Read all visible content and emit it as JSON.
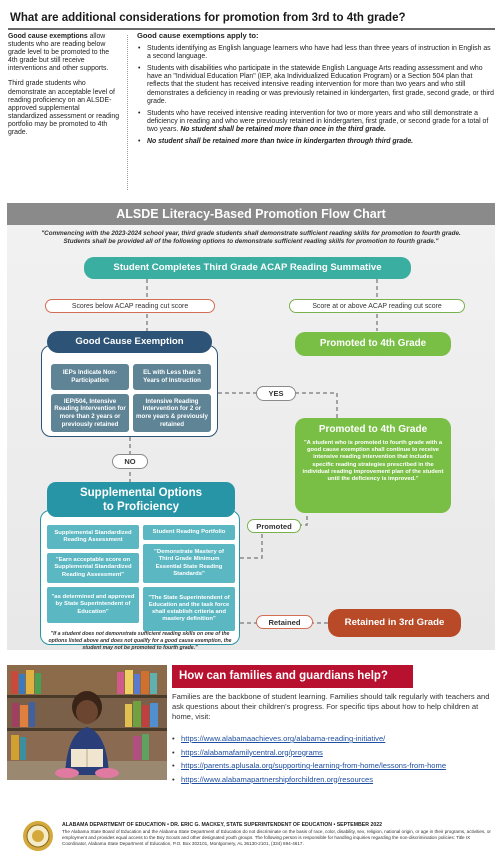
{
  "heading": "What are additional considerations for promotion from 3rd to 4th grade?",
  "left": {
    "p1_bold": "Good cause exemptions",
    "p1_rest": "allow students who are reading below grade level to be promoted to the 4th grade but still receive interventions and other supports.",
    "p2": "Third grade students who demonstrate an acceptable level of reading proficiency on an ALSDE-approved supplemental standardized assessment or reading portfolio may be promoted to 4th grade."
  },
  "right": {
    "heading": "Good cause exemptions apply to:",
    "b1": "Students identifying as English language learners who have had less than three years of instruction in English as a second language.",
    "b2": "Students with disabilities who participate in the statewide English Language Arts reading assessment and who have an \"Individual Education Plan\" (IEP, aka Individualized Education Program) or a Section 504 plan that reflects that the student has received intensive reading intervention for more than two years and who still demonstrates a deficiency in reading or was previously retained in kindergarten, first grade, second grade, or third grade.",
    "b3_text": "Students who have received intensive reading intervention for two or more years and who still demonstrate a deficiency in reading and who were previously retained in kindergarten, first grade, or second grade for a total of two years.",
    "b3_bold": "No student shall be retained more than once in the third grade.",
    "b4": "No student shall be retained more than twice in kindergarten through third grade."
  },
  "flow": {
    "title": "ALSDE Literacy-Based Promotion Flow Chart",
    "intro1": "\"Commencing with the 2023-2024 school year, third grade students shall demonstrate sufficient reading skills for promotion to fourth grade.",
    "intro2": "Students shall be provided all of the following options to demonstrate sufficient reading skills for promotion to fourth grade.\"",
    "summative": "Student Completes Third Grade ACAP Reading Summative",
    "below": "Scores below ACAP reading cut score",
    "above": "Score at or above ACAP reading cut score",
    "promoted_top": "Promoted to 4th Grade",
    "gce_title": "Good Cause Exemption",
    "gce_cells": [
      "IEPs Indicate Non-Participation",
      "EL with Less than 3 Years of Instruction",
      "IEP/504, Intensive Reading Intervention for more than 2 years or previously retained",
      "Intensive Reading Intervention for 2 or more years & previously retained"
    ],
    "yes": "YES",
    "no": "NO",
    "promoted_mid_title": "Promoted to 4th Grade",
    "promoted_mid_desc": "\"A student who is promoted to fourth grade with a good cause exemption shall continue to receive intensive reading intervention that includes specific reading strategies prescribed in the individual reading improvement plan of the student until the deficiency is improved.\"",
    "sup_title_1": "Supplemental Options",
    "sup_title_2": "to Proficiency",
    "sup_left": [
      "Supplemental Standardized Reading Assessment",
      "\"Earn acceptable score on Supplemental Standardized Reading Assessment\"",
      "\"as determined and approved by State Superintendent of Education\""
    ],
    "sup_right": [
      "Student Reading Portfolio",
      "\"Demonstrate Mastery of Third Grade Minimum Essential State Reading Standards\"",
      "\"The State Superintendent of Education and the task force shall establish criteria and mastery definition\""
    ],
    "sup_footnote": "\"If a student does not demonstrate sufficient reading skills on one of the options listed above and does not qualify for a good cause exemption, the student may not be promoted to fourth grade.\"",
    "promoted_label": "Promoted",
    "retained_label": "Retained",
    "retained_box": "Retained in 3rd Grade"
  },
  "families": {
    "heading": "How can families and guardians help?",
    "text": "Families are the backbone of student learning. Families should talk regularly with teachers and ask questions about their children's progress. For specific tips about how to help children at home, visit:",
    "links": [
      "https://www.alabamaachieves.org/alabama-reading-initiative/",
      "https://alabamafamilycentral.org/programs",
      "https://parents.aplusala.org/supporting-learning-from-home/lessons-from-home",
      "https://www.alabamapartnershipforchildren.org/resources"
    ]
  },
  "footer": {
    "head": "ALABAMA DEPARTMENT OF EDUCATION  •  DR. ERIC G. MACKEY, STATE SUPERINTENDENT OF EDUCATION • SEPTEMBER 2022",
    "body": "The Alabama State Board of Education and the Alabama State Department of Education do not discriminate on the basis of race, color, disability, sex, religion, national origin, or age in their programs, activities, or employment and provides equal access to the Boy Scouts and other designated youth groups. The following person is responsible for handling inquiries regarding the non-discrimination policies: Title IX Coordinator, Alabama State Department of Education, P.O. Box 302101, Montgomery, AL 36130-2101, (334) 694-4617."
  },
  "colors": {
    "teal": "#3aaea0",
    "navy": "#2d5377",
    "green": "#7abf45",
    "sup_teal": "#2795a5",
    "retained": "#b84a27",
    "families_red": "#b8102f"
  }
}
